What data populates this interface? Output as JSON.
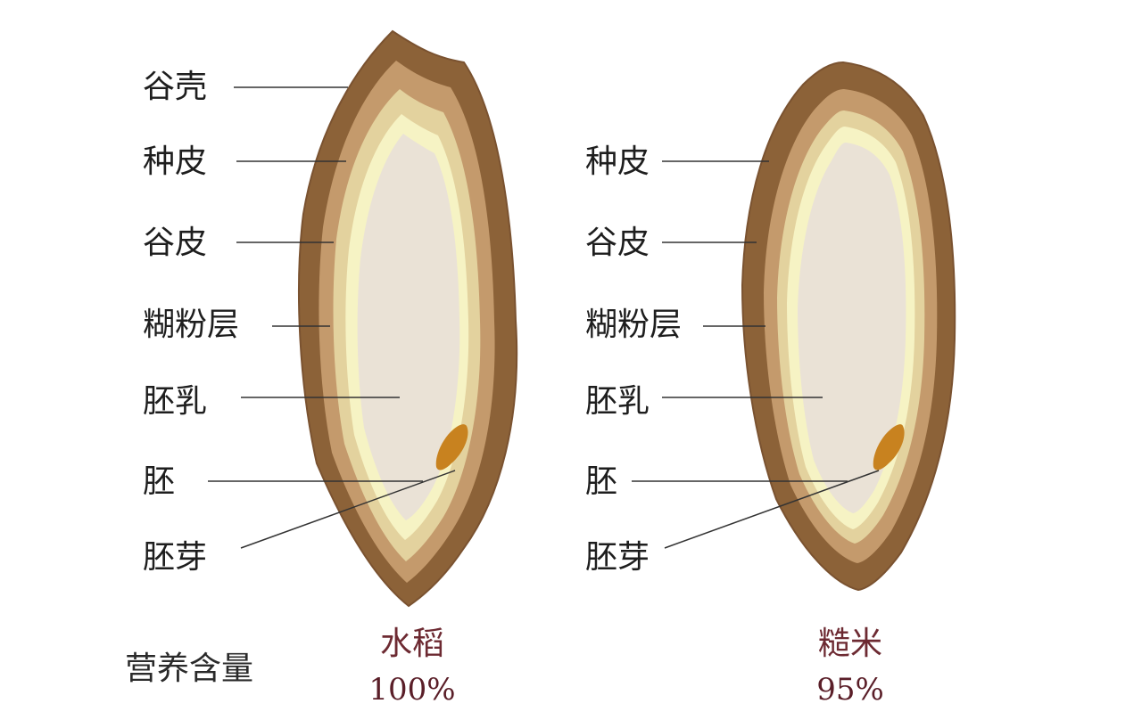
{
  "colors": {
    "husk": "#8c6238",
    "husk_outer": "#7a5230",
    "seed_coat": "#c49a6c",
    "bran": "#e3d29e",
    "aleurone": "#f6f3c4",
    "endosperm": "#eae2d6",
    "embryo": "#c8821f",
    "leader_line": "#333333",
    "label_text": "#1e1e1e",
    "caption_text": "#6d2a32"
  },
  "grains": [
    {
      "id": "paddy",
      "labels": [
        "谷壳",
        "种皮",
        "谷皮",
        "糊粉层",
        "胚乳",
        "胚",
        "胚芽"
      ],
      "caption": "水稻",
      "value": "100%"
    },
    {
      "id": "brown-rice",
      "labels": [
        "种皮",
        "谷皮",
        "糊粉层",
        "胚乳",
        "胚",
        "胚芽"
      ],
      "caption": "糙米",
      "value": "95%"
    }
  ],
  "nutrition_label": "营养含量"
}
